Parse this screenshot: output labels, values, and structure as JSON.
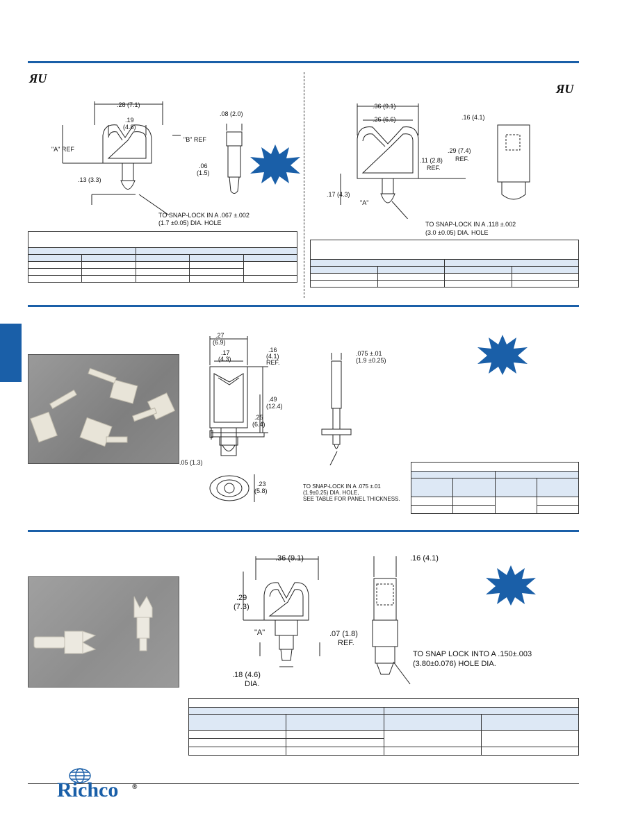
{
  "colors": {
    "accent": "#1a5fa8",
    "table_header": "#dde8f5"
  },
  "icons": {
    "ul": "ul-recognized-icon",
    "star": "new-starburst-icon",
    "globe": "globe-icon"
  },
  "section1_left": {
    "dims": {
      "width_total": ".28 (7.1)",
      "width_inner_1": ".19",
      "width_inner_2": "(4.8)",
      "b_ref": "\"B\" REF",
      "a_ref": "\"A\" REF",
      "thick_1": ".06",
      "thick_2": "(1.5)",
      "height_low": ".13 (3.3)",
      "side_width": ".08 (2.0)",
      "note_1": "TO SNAP-LOCK IN A .067 ±.002",
      "note_2": "(1.7 ±0.05) DIA. HOLE"
    }
  },
  "section1_right": {
    "dims": {
      "width_total": ".36 (9.1)",
      "width_inner": ".26 (6.6)",
      "side_width": ".16 (4.1)",
      "height_1": ".29 (7.4)",
      "height_2": "REF.",
      "mid_1": ".11 (2.8)",
      "mid_2": "REF.",
      "height_low": ".17 (4.3)",
      "a_label": "\"A\"",
      "note_1": "TO SNAP-LOCK IN A .118 ±.002",
      "note_2": "(3.0 ±0.05) DIA. HOLE"
    }
  },
  "section2": {
    "dims": {
      "width_total_1": ".27",
      "width_total_2": "(6.9)",
      "width_inner_1": ".17",
      "width_inner_2": "(4.3)",
      "ref_1": ".16",
      "ref_2": "(4.1)",
      "ref_3": "REF.",
      "height_1": ".49",
      "height_2": "(12.4)",
      "mid_1": ".25",
      "mid_2": "(6.4)",
      "low": ".05 (1.3)",
      "dia_1": ".23",
      "dia_2": "(5.8)",
      "side_1": ".075 ±.01",
      "side_2": "(1.9 ±0.25)",
      "note_1": "TO SNAP-LOCK IN A .075 ±.01",
      "note_2": "(1.9±0.25) DIA. HOLE,",
      "note_3": "SEE TABLE FOR PANEL THICKNESS."
    }
  },
  "section3": {
    "dims": {
      "width_total": ".36 (9.1)",
      "side_width": ".16 (4.1)",
      "height_1": ".29",
      "height_2": "(7.3)",
      "a_label": "\"A\"",
      "ref_1": ".07 (1.8)",
      "ref_2": "REF.",
      "dia_1": ".18 (4.6)",
      "dia_2": "DIA.",
      "note_1": "TO SNAP LOCK INTO A .150±.003",
      "note_2": "(3.80±0.076) HOLE DIA."
    }
  },
  "footer": {
    "logo": "Richco",
    "reg": "®"
  }
}
